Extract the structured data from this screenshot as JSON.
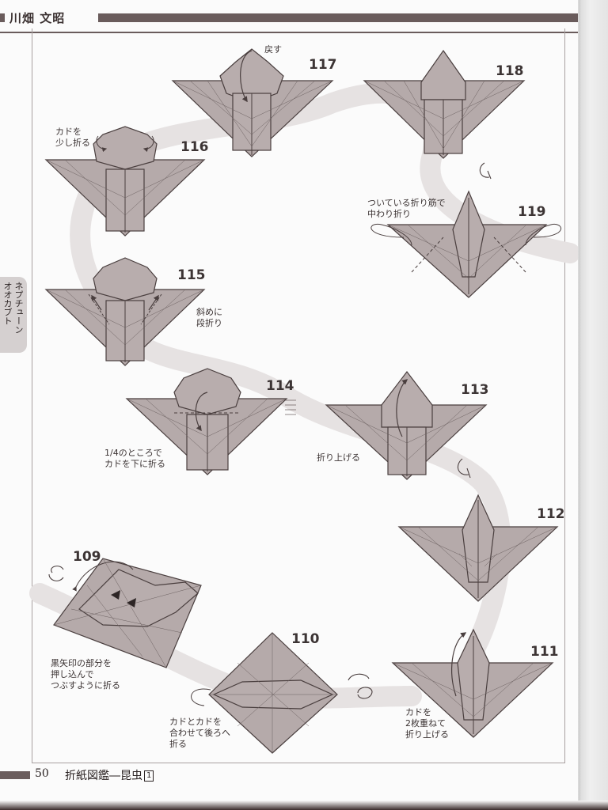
{
  "header": {
    "author": "川畑 文昭"
  },
  "side_tab": {
    "line1": "ネプチューン",
    "line2": "オオカブト"
  },
  "footer": {
    "page_number": "50",
    "book_title": "折紙図鑑―昆虫",
    "volume": "1"
  },
  "steps": [
    {
      "number": "117",
      "note": "戻す"
    },
    {
      "number": "118",
      "note": ""
    },
    {
      "number": "116",
      "note": "カドを\n少し折る"
    },
    {
      "number": "119",
      "note": "ついている折り筋で\n中わり折り"
    },
    {
      "number": "115",
      "note": "斜めに\n段折り"
    },
    {
      "number": "114",
      "note": "1/4のところで\nカドを下に折る"
    },
    {
      "number": "113",
      "note": "折り上げる"
    },
    {
      "number": "112",
      "note": ""
    },
    {
      "number": "109",
      "note": "黒矢印の部分を\n押し込んで\nつぶすように折る"
    },
    {
      "number": "110",
      "note": "カドとカドを\n合わせて後ろへ\n折る"
    },
    {
      "number": "111",
      "note": "カドを\n2枚重ねて\n折り上げる"
    }
  ],
  "colors": {
    "paper": "#b5aaaa",
    "line": "#4a3f3f",
    "path_band": "#e6e2e2",
    "header_bar": "#6a5c5c"
  },
  "icons": [
    "flip-over-icon",
    "rotate-icon",
    "fold-arrow-icon"
  ]
}
